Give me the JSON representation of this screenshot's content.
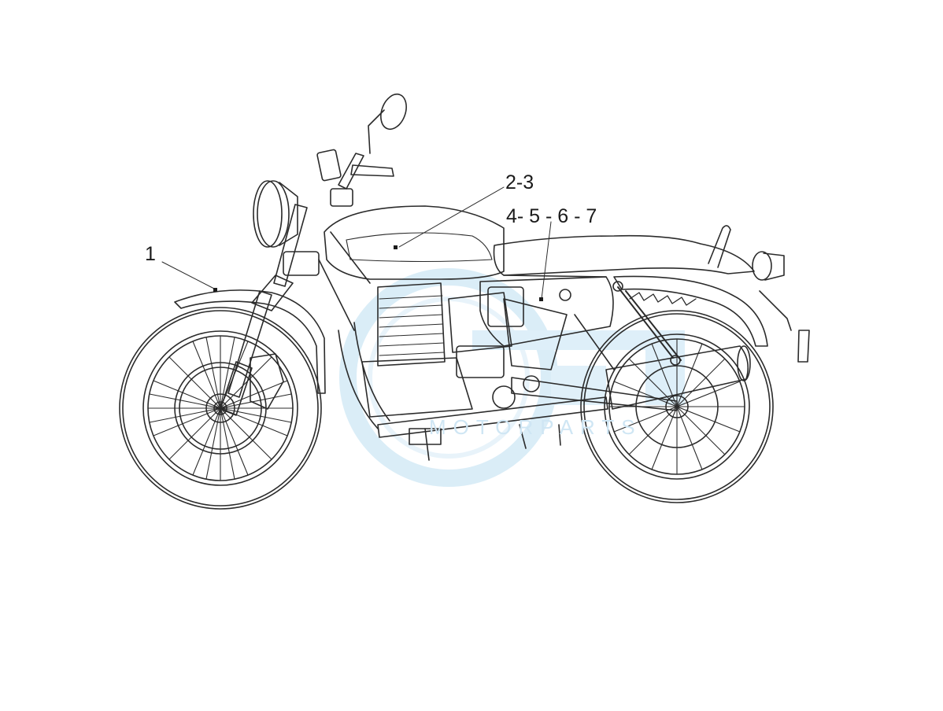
{
  "diagram": {
    "subject": "motorcycle-side-view",
    "callouts": [
      {
        "id": "c1",
        "label": "1"
      },
      {
        "id": "c23",
        "label": "2-3"
      },
      {
        "id": "c47",
        "label": "4- 5 - 6 - 7"
      }
    ],
    "watermark": {
      "text": "MOTORPARTS",
      "color": "#cfe6f4",
      "ring_color": "#d7ecf7"
    },
    "colors": {
      "line": "#2b2b2b",
      "background": "#ffffff"
    }
  }
}
